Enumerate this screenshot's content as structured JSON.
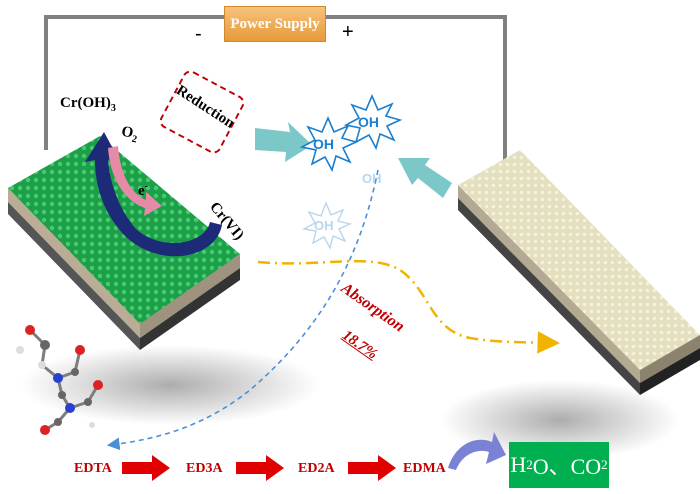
{
  "power_supply": {
    "label": "Power Supply",
    "minus": "-",
    "plus": "+"
  },
  "reduction": {
    "label": "Reduction"
  },
  "species": {
    "cr_oh3": "Cr(OH)",
    "cr_oh3_sub": "3",
    "o2": "O",
    "o2_sub": "2",
    "electron": "e",
    "electron_sup": "-",
    "cr_vi": "Cr(VI)"
  },
  "radicals": {
    "oh_1": "OH",
    "oh_2": "OH",
    "oh_3": "OH",
    "oh_4": "OH"
  },
  "absorption": {
    "label": "Absorption",
    "value": "18.7%"
  },
  "degradation_chain": {
    "steps": [
      "EDTA",
      "ED3A",
      "ED2A",
      "EDMA"
    ],
    "final_h2o": "H",
    "final_h2o_sub": "2",
    "final_h2o_tail": "O、CO",
    "final_co2_sub": "2"
  },
  "colors": {
    "wire": "#808080",
    "green_electrode": "#1f9e4a",
    "beige_electrode": "#e6e2c4",
    "arrow_red": "#e00000",
    "teal_arrow": "#7cc7c7",
    "dashed_blue": "#4a90d9",
    "dashdot_orange": "#f0b400"
  }
}
